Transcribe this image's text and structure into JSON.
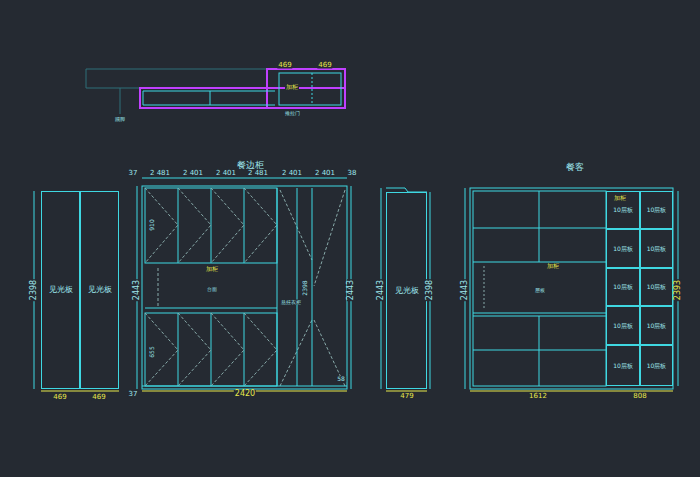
{
  "diagram": {
    "nodes": [
      {
        "text": [
          "见光板"
        ]
      },
      {
        "text": [
          "见光板"
        ]
      },
      {
        "text": [
          "见光板"
        ]
      },
      {
        "text": [
          "10层板"
        ]
      },
      {
        "text": [
          "10层板"
        ]
      },
      {
        "text": [
          "10层板"
        ]
      },
      {
        "text": [
          "10层板"
        ]
      },
      {
        "text": [
          "10层板"
        ]
      },
      {
        "text": [
          "10层板"
        ]
      },
      {
        "text": [
          "10层板"
        ]
      },
      {
        "text": [
          "10层板"
        ]
      },
      {
        "text": [
          "10层板"
        ]
      },
      {
        "text": [
          "10层板"
        ]
      }
    ],
    "labels": [
      "469",
      "469",
      "加柜",
      "推拉门",
      "踢脚",
      "餐边柜",
      "餐客",
      "2398",
      "469",
      "469",
      "37",
      "2 481",
      "2 401",
      "2 401",
      "2 481",
      "2 401",
      "2 401",
      "38",
      "2443",
      "2443",
      "910",
      "655",
      "加柜",
      "台面",
      "2398",
      "悬挂衣柜",
      "58",
      "37",
      "2420",
      "2443",
      "2398",
      "479",
      "2443",
      "2393",
      "加柜",
      "加柜",
      "层板",
      "1612",
      "808"
    ]
  }
}
